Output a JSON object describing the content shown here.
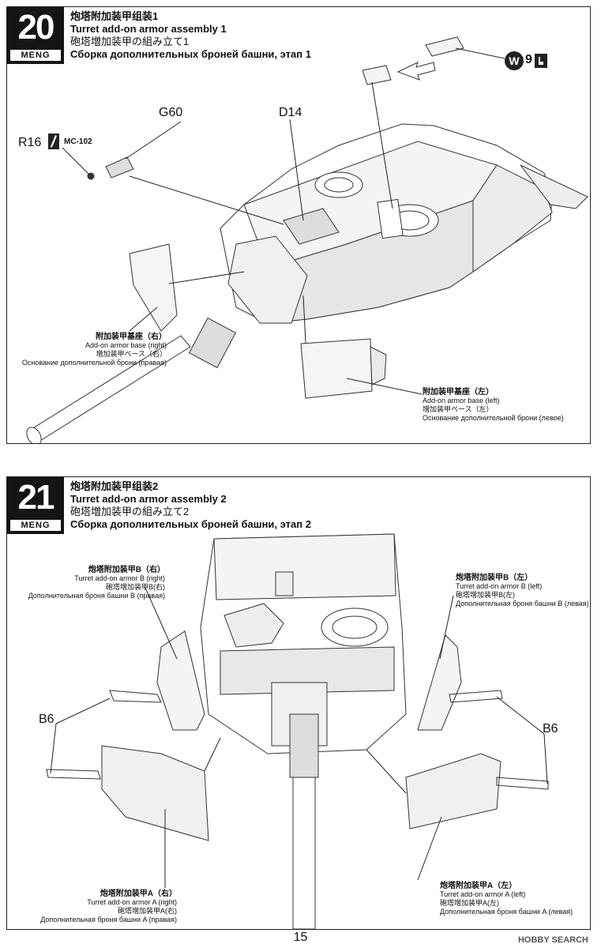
{
  "brand": "MENG",
  "steps": [
    {
      "number": "20",
      "title_zh": "炮塔附加装甲组装1",
      "title_en": "Turret add-on armor assembly 1",
      "title_jp": "砲塔増加装甲の組み立て1",
      "title_ru": "Сборка дополнительных броней башни, этап 1",
      "parts": {
        "g60": "G60",
        "d14": "D14",
        "r16": "R16",
        "paint": "MC-102",
        "w9_letter": "W",
        "w9_num": "9"
      },
      "notes": {
        "right": [
          "附加装甲基座（右）",
          "Add-on armor base (right)",
          "増加装甲ベース（右）",
          "Основание дополнительной брони (правая)"
        ],
        "left": [
          "附加装甲基座（左）",
          "Add-on armor base (left)",
          "増加装甲ベース（左）",
          "Основание дополнительной брони (левое)"
        ]
      }
    },
    {
      "number": "21",
      "title_zh": "炮塔附加装甲组装2",
      "title_en": "Turret add-on armor assembly 2",
      "title_jp": "砲塔増加装甲の組み立て2",
      "title_ru": "Сборка дополнительных броней башни, этап 2",
      "parts": {
        "b6_left": "B6",
        "b6_right": "B6"
      },
      "notes": {
        "b_right": [
          "炮塔附加装甲B（右）",
          "Turret add-on armor B (right)",
          "砲塔増加装甲B(右)",
          "Дополнительная броня башни B (правая)"
        ],
        "b_left": [
          "炮塔附加装甲B（左）",
          "Turret add-on armor B (left)",
          "砲塔増加装甲B(左)",
          "Дополнительная броня башни B (левая)"
        ],
        "a_right": [
          "炮塔附加装甲A（右）",
          "Turret add-on armor A (right)",
          "砲塔増加装甲A(右)",
          "Дополнительная броня башни A (правая)"
        ],
        "a_left": [
          "炮塔附加装甲A（左）",
          "Turret add-on armor A (left)",
          "砲塔増加装甲A(左)",
          "Дополнительная броня башни A (левая)"
        ]
      }
    }
  ],
  "page_number": "15",
  "watermark": "HOBBY SEARCH"
}
